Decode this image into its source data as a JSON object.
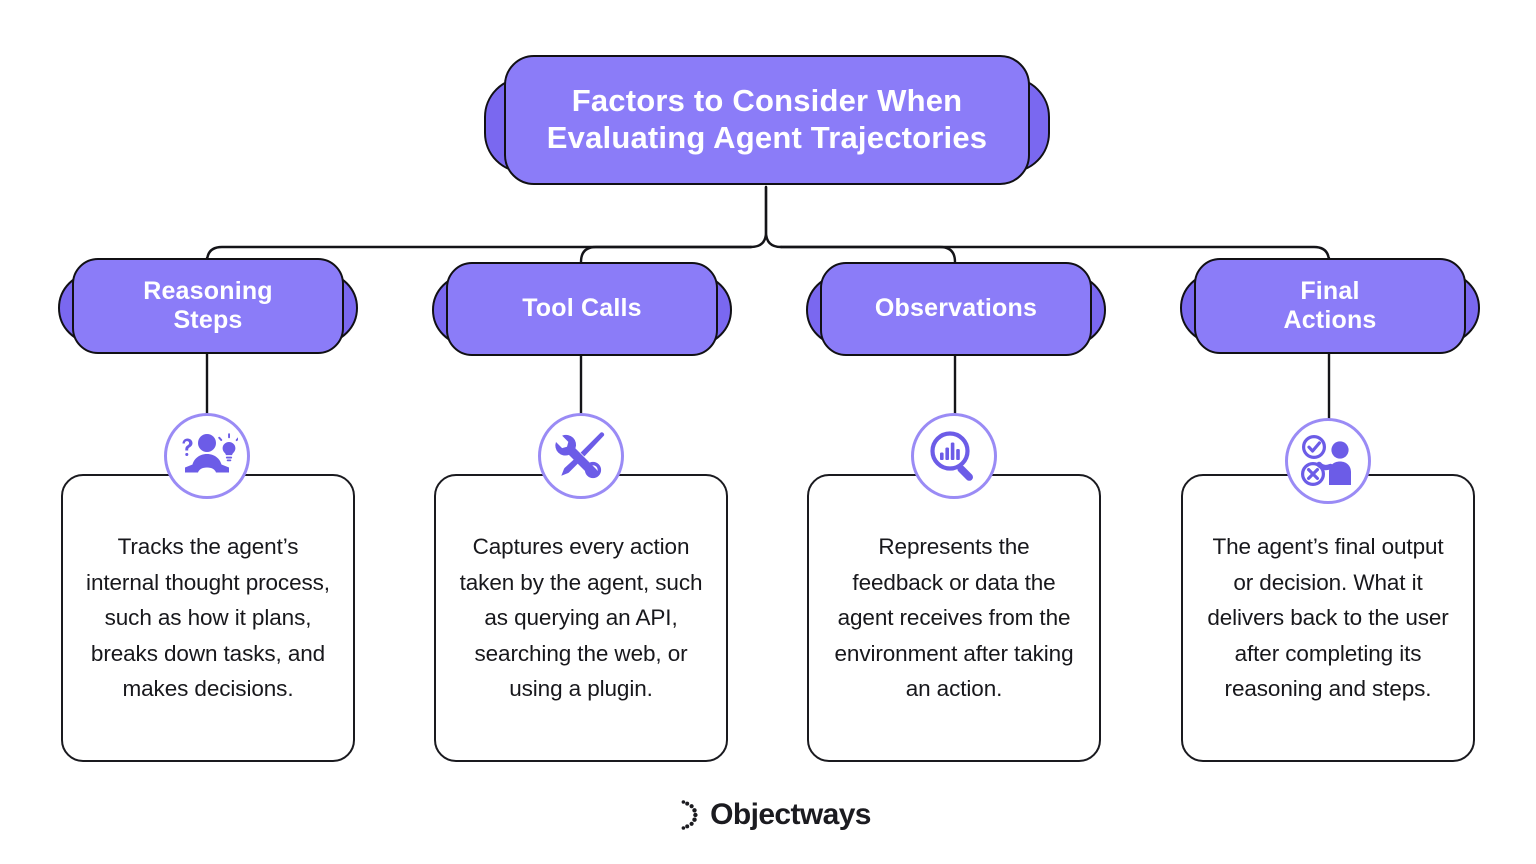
{
  "title": {
    "line1": "Factors to Consider When",
    "line2": "Evaluating Agent Trajectories",
    "full": "Factors to Consider When Evaluating Agent Trajectories"
  },
  "colors": {
    "node_fill": "#8b7cf8",
    "node_shadow": "#7a68f0",
    "node_border": "#111014",
    "icon_ring": "#9a8bf5",
    "icon_glyph": "#6c5ce7",
    "card_border": "#1a1a1f",
    "card_text": "#18181c",
    "logo_green": "#a8e34b",
    "logo_dark": "#1b1b20",
    "background": "#ffffff"
  },
  "branches": [
    {
      "id": "reasoning-steps",
      "label_line1": "Reasoning",
      "label_line2": "Steps",
      "label": "Reasoning Steps",
      "icon": "person-question-lightbulb-icon",
      "description": "Tracks the agent’s internal thought process, such as how it plans, breaks down tasks, and makes decisions."
    },
    {
      "id": "tool-calls",
      "label_line1": "Tool Calls",
      "label_line2": "",
      "label": "Tool Calls",
      "icon": "wrench-screwdriver-icon",
      "description": "Captures every action taken by the agent, such as querying an API, searching the web, or using a plugin."
    },
    {
      "id": "observations",
      "label_line1": "Observations",
      "label_line2": "",
      "label": "Observations",
      "icon": "magnifier-bar-chart-icon",
      "description": "Represents the feedback or data the agent receives from the environment after taking an action."
    },
    {
      "id": "final-actions",
      "label_line1": "Final",
      "label_line2": "Actions",
      "label": "Final Actions",
      "icon": "person-check-cross-icon",
      "description": "The agent’s final output or decision. What it delivers back to the user after completing its reasoning and steps."
    }
  ],
  "footer": {
    "brand": "Objectways",
    "logo_icon": "objectways-circle-logo"
  }
}
